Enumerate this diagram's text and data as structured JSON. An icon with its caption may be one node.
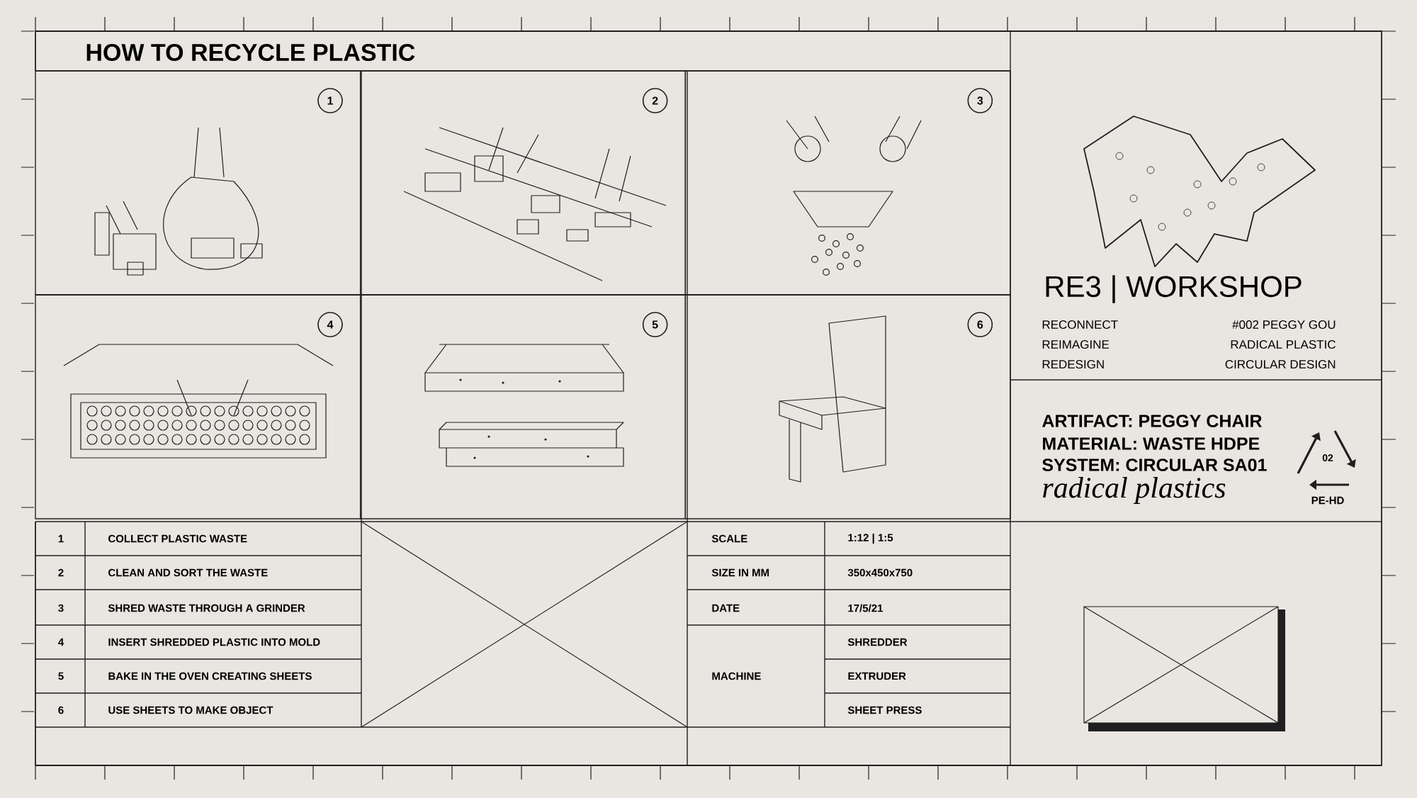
{
  "diagram": {
    "title": "HOW TO RECYCLE PLASTIC",
    "nodes": [
      {
        "text": [
          "1"
        ]
      },
      {
        "text": [
          "2"
        ]
      },
      {
        "text": [
          "3"
        ]
      },
      {
        "text": [
          "4"
        ]
      },
      {
        "text": [
          "5"
        ]
      },
      {
        "text": [
          "6"
        ]
      }
    ],
    "labels": [
      "RE3 | WORKSHOP",
      "RECONNECT",
      "REIMAGINE",
      "REDESIGN",
      "#002 PEGGY GOU",
      "RADICAL PLASTIC",
      "CIRCULAR DESIGN",
      "ARTIFACT: PEGGY CHAIR",
      "MATERIAL: WASTE HDPE",
      "SYSTEM: CIRCULAR SA01",
      "radical plastics",
      "02",
      "PE-HD",
      "1",
      "COLLECT PLASTIC WASTE",
      "2",
      "CLEAN AND SORT THE WASTE",
      "3",
      "SHRED WASTE THROUGH A GRINDER",
      "4",
      "INSERT SHREDDED PLASTIC INTO MOLD",
      "5",
      "BAKE IN THE OVEN CREATING SHEETS",
      "6",
      "USE SHEETS TO MAKE OBJECT",
      "SCALE",
      "1:12 | 1:5",
      "SIZE IN MM",
      "350x450x750",
      "DATE",
      "17/5/21",
      "MACHINE",
      "SHREDDER",
      "EXTRUDER",
      "SHEET PRESS"
    ]
  }
}
